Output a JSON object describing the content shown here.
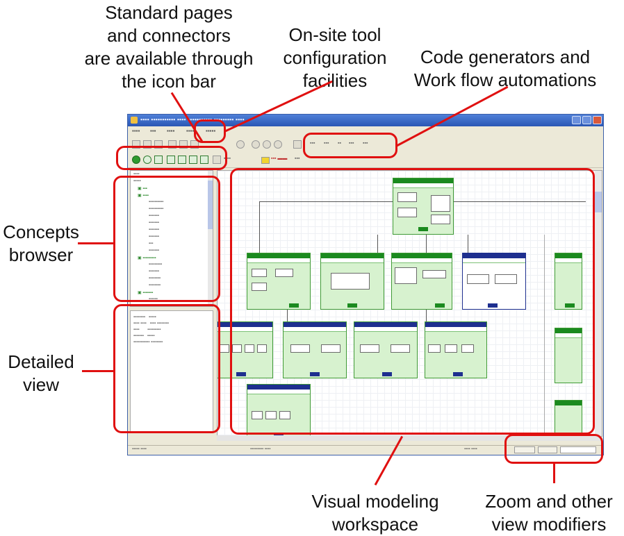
{
  "callouts": {
    "icon_bar": [
      "Standard pages",
      "and connectors",
      "are available through",
      "the icon bar"
    ],
    "tool_config": [
      "On-site tool",
      "configuration",
      "facilities"
    ],
    "code_gen": [
      "Code generators and",
      "Work flow automations"
    ],
    "concepts": [
      "Concepts",
      "browser"
    ],
    "detailed": [
      "Detailed",
      "view"
    ],
    "workspace": [
      "Visual modeling",
      "workspace"
    ],
    "zoom": [
      "Zoom and other",
      "view modifiers"
    ]
  },
  "colors": {
    "highlight": "#e01010",
    "node_fill": "#d7f2cf",
    "node_header_green": "#1b8a1f",
    "node_header_blue": "#1e2f8f",
    "titlebar": "#2a56b4"
  },
  "icons": [
    "page-icon",
    "connector-icon",
    "folder-icon",
    "zoom-icon",
    "grid-icon",
    "window-close-icon",
    "window-maximize-icon",
    "window-minimize-icon"
  ]
}
